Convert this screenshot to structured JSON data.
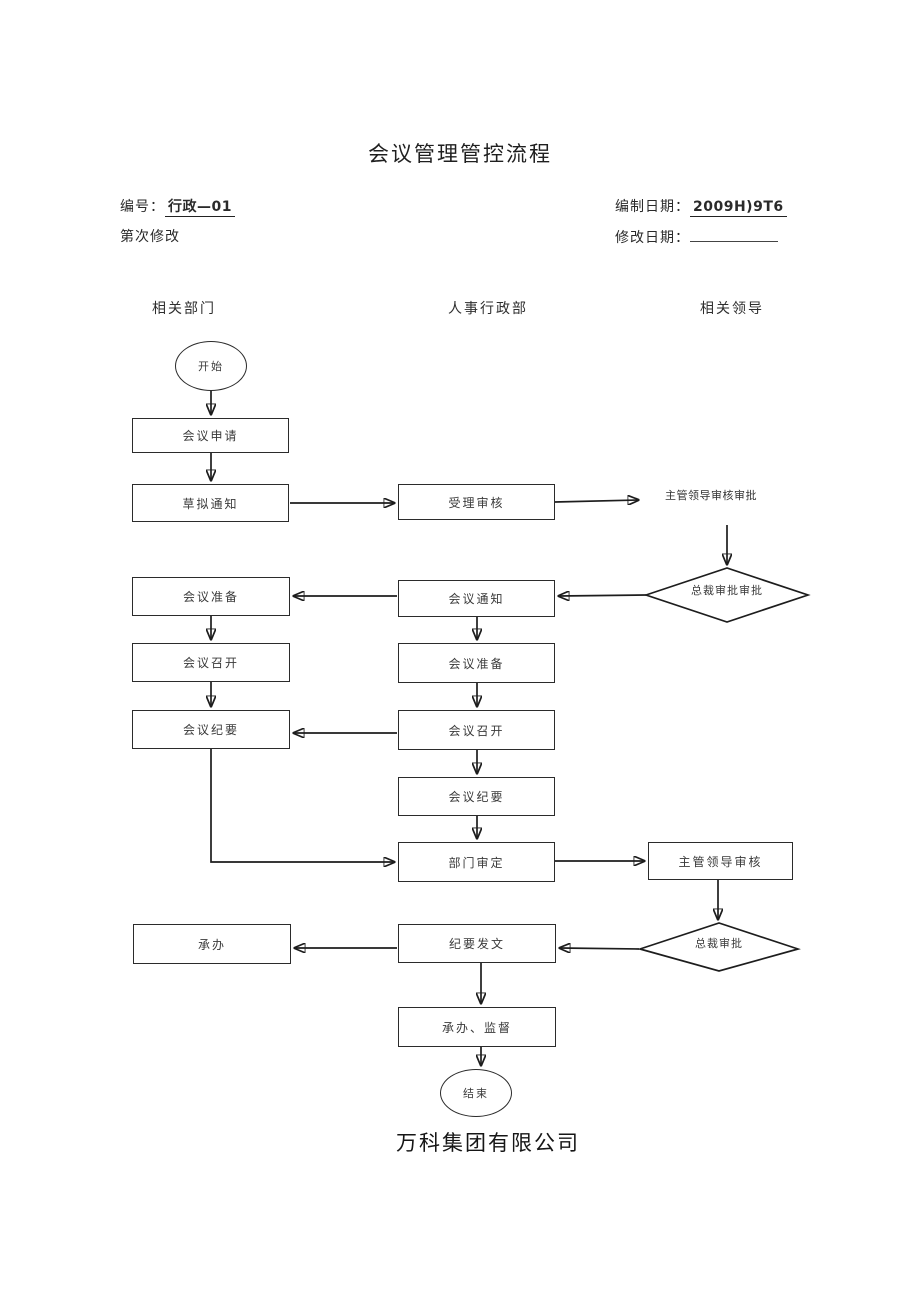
{
  "header": {
    "title": "会议管理管控流程",
    "number_label": "编号：",
    "number_value": "行政—01",
    "revision_text": "第次修改",
    "created_label": "编制日期：",
    "created_value": "2009H)9T6",
    "modified_label": "修改日期："
  },
  "lanes": {
    "left": "相关部门",
    "middle": "人事行政部",
    "right": "相关领导"
  },
  "nodes": {
    "start": "开始",
    "meeting_request": "会议申请",
    "draft_notice": "草拟通知",
    "accept_review": "受理审核",
    "supervisor_review_approval": "主管领导审核审批",
    "president_approval_1": "总裁审批审批",
    "meeting_prep_left": "会议准备",
    "meeting_notice": "会议通知",
    "meeting_convene_left": "会议召开",
    "meeting_prep_mid": "会议准备",
    "meeting_minutes_left": "会议纪要",
    "meeting_convene_mid": "会议召开",
    "meeting_minutes_mid": "会议纪要",
    "dept_review": "部门审定",
    "supervisor_review": "主管领导审核",
    "undertake": "承办",
    "minutes_issue": "纪要发文",
    "president_approval_2": "总裁审批",
    "undertake_supervise": "承办、监督",
    "end": "结束"
  },
  "footer": {
    "company": "万科集团有限公司"
  }
}
